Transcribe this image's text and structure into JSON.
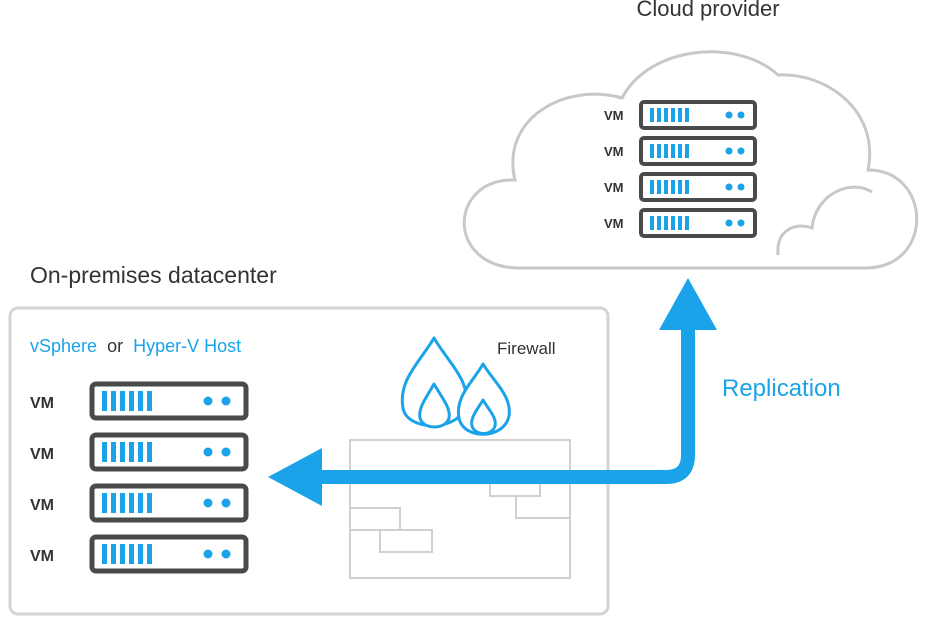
{
  "cloud": {
    "title": "Cloud provider",
    "vm_label": "VM",
    "vm_count": 4
  },
  "datacenter": {
    "title": "On-premises datacenter",
    "host_part1": "vSphere",
    "host_or": "or",
    "host_part2": "Hyper-V Host",
    "vm_label": "VM",
    "vm_count": 4
  },
  "firewall": {
    "label": "Firewall",
    "icon": "flame-icon"
  },
  "replication": {
    "label": "Replication"
  },
  "colors": {
    "accent": "#1AA3E8",
    "cloud_outline": "#C8C8C8",
    "box_outline": "#D4D4D4",
    "server_outline": "#4A4A4A",
    "wall_outline": "#D0D0D0",
    "text_dark": "#333333"
  }
}
